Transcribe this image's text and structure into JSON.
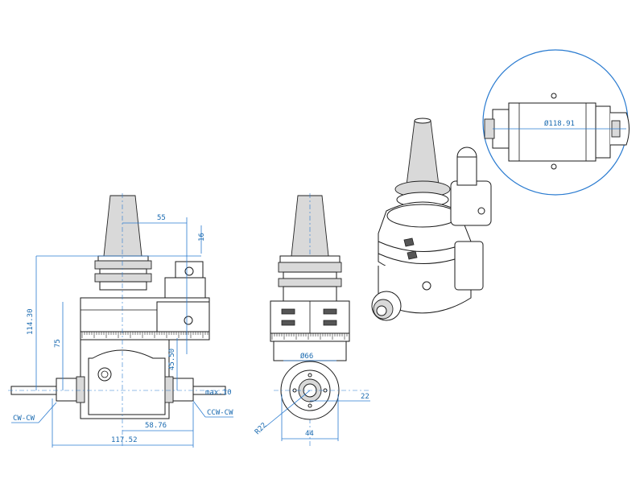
{
  "dimensions": {
    "d55": "55",
    "d16": "16",
    "d114": "114.30",
    "d75": "75",
    "d4550": "45.50",
    "max10": "max.10",
    "d5876": "58.76",
    "d11752": "117.52",
    "cwcw": "CW-CW",
    "ccwcw": "CCW-CW",
    "phi66": "Ø66",
    "d22": "22",
    "r22": "R22",
    "d44": "44",
    "phi11891": "Ø118.91"
  },
  "colors": {
    "dimension": "#2a7bd0",
    "outline": "#1a1a1a",
    "detail_circle": "#2a7bd0"
  }
}
